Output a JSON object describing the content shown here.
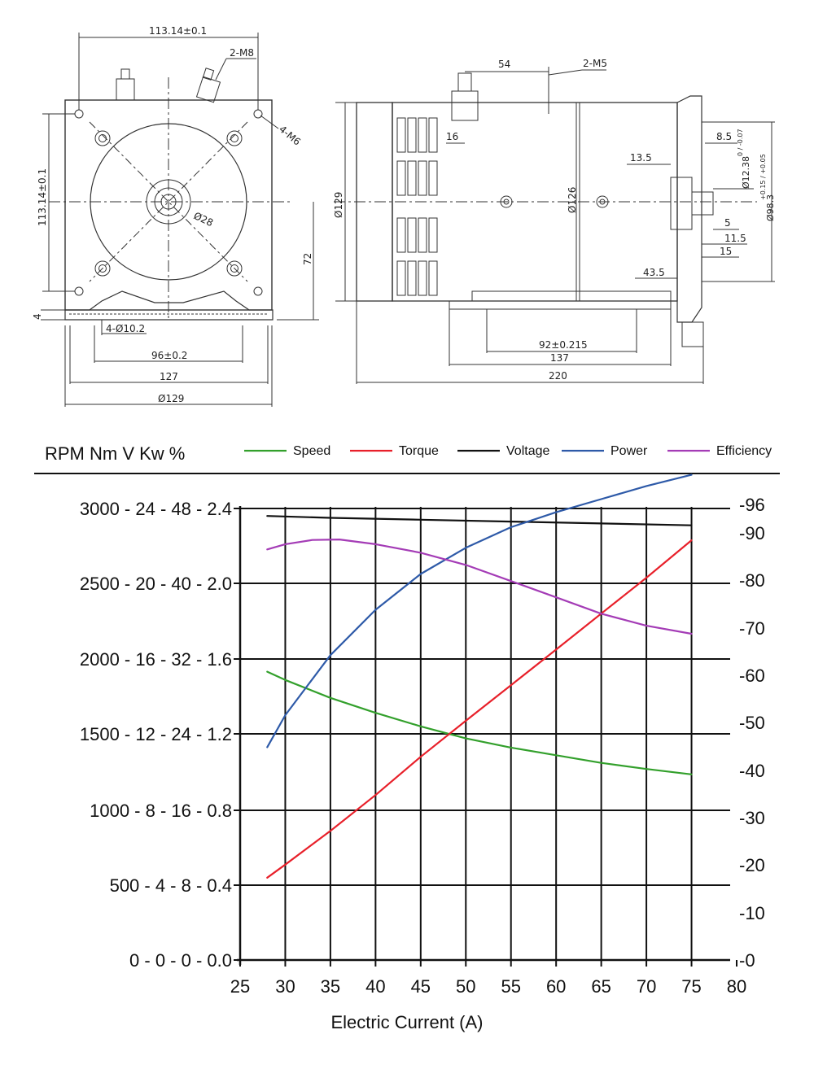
{
  "drawing": {
    "front_view": {
      "top_width": "113.14±0.1",
      "terminal": "2-M8",
      "holes": "4-M6",
      "left_height": "113.14±0.1",
      "shaft": "Ø28",
      "side_height": "72",
      "base_thickness": "4",
      "base_holes": "4-Ø10.2",
      "base_spacing": "96±0.2",
      "base_width": "127",
      "overall_width": "Ø129"
    },
    "side_view": {
      "offset_top": "54",
      "terminal": "2-M5",
      "offset_16": "16",
      "body_dia": "Ø129",
      "inner_dia": "Ø126",
      "dim_8_5": "8.5",
      "dim_13_5": "13.5",
      "shaft_dia": "Ø12.38",
      "shaft_tol": "0 / -0.07",
      "flange_dia": "Ø98.3",
      "flange_tol": "+0.15 / +0.05",
      "dim_5": "5",
      "dim_11_5": "11.5",
      "dim_15": "15",
      "dim_43_5": "43.5",
      "hole_spacing": "92±0.215",
      "base_len": "137",
      "overall_len": "220"
    }
  },
  "chart_data": {
    "type": "line",
    "header_units": [
      "RPM",
      "Nm",
      "V",
      "Kw",
      "%"
    ],
    "xlabel": "Electric Current (A)",
    "xlim": [
      25,
      80
    ],
    "x_ticks": [
      25,
      30,
      35,
      40,
      45,
      50,
      55,
      60,
      65,
      70,
      75,
      80
    ],
    "x_gridlines": [
      30,
      35,
      40,
      45,
      50,
      55,
      60,
      65,
      70,
      75
    ],
    "left_ticks": [
      "3000 - 24 - 48 - 2.4",
      "2500 - 20 - 40 - 2.0",
      "2000 - 16 - 32 - 1.6",
      "1500 - 12 - 24 - 1.2",
      "1000 -   8 - 16 - 0.8",
      "500 -   4 -   8 - 0.4",
      "0 -   0 -   0 - 0.0"
    ],
    "left_axis": {
      "unit": "RPM",
      "range": [
        0,
        3000
      ]
    },
    "right_ticks": [
      "-96",
      "-90",
      "-80",
      "-70",
      "-60",
      "-50",
      "-40",
      "-30",
      "-20",
      "-10",
      "-0"
    ],
    "right_tick_values": [
      96,
      90,
      80,
      70,
      60,
      50,
      40,
      30,
      20,
      10,
      0
    ],
    "right_axis": {
      "unit": "%",
      "range": [
        0,
        96
      ]
    },
    "grid": true,
    "legend_position": "top",
    "series": [
      {
        "name": "Speed",
        "color": "#33a02c",
        "axis": "left",
        "unit": "RPM",
        "x": [
          28,
          30,
          35,
          40,
          45,
          50,
          55,
          60,
          65,
          70,
          75
        ],
        "y": [
          1915,
          1860,
          1740,
          1640,
          1550,
          1470,
          1410,
          1360,
          1310,
          1270,
          1235
        ]
      },
      {
        "name": "Torque",
        "color": "#e8202a",
        "axis": "left",
        "unit": "Nm",
        "x": [
          28,
          30,
          35,
          40,
          45,
          50,
          55,
          60,
          65,
          70,
          75
        ],
        "y": [
          4.4,
          5.1,
          6.9,
          8.8,
          10.8,
          12.7,
          14.6,
          16.5,
          18.4,
          20.3,
          22.3
        ]
      },
      {
        "name": "Voltage",
        "color": "#111111",
        "axis": "left",
        "unit": "V",
        "x": [
          28,
          35,
          45,
          55,
          65,
          75
        ],
        "y": [
          47.2,
          47.0,
          46.8,
          46.6,
          46.4,
          46.2
        ]
      },
      {
        "name": "Power",
        "color": "#2e5aa8",
        "axis": "left",
        "unit": "Kw",
        "x": [
          28,
          30,
          35,
          40,
          45,
          50,
          55,
          60,
          65,
          70,
          75
        ],
        "y": [
          1.13,
          1.3,
          1.62,
          1.86,
          2.05,
          2.19,
          2.3,
          2.38,
          2.45,
          2.52,
          2.58
        ]
      },
      {
        "name": "Efficiency",
        "color": "#a43cb6",
        "axis": "right",
        "unit": "%",
        "x": [
          28,
          30,
          33,
          36,
          40,
          45,
          50,
          55,
          60,
          65,
          70,
          75
        ],
        "y": [
          86.5,
          87.6,
          88.5,
          88.6,
          87.6,
          85.8,
          83.2,
          79.8,
          76.4,
          73.0,
          70.5,
          68.8
        ]
      }
    ]
  }
}
